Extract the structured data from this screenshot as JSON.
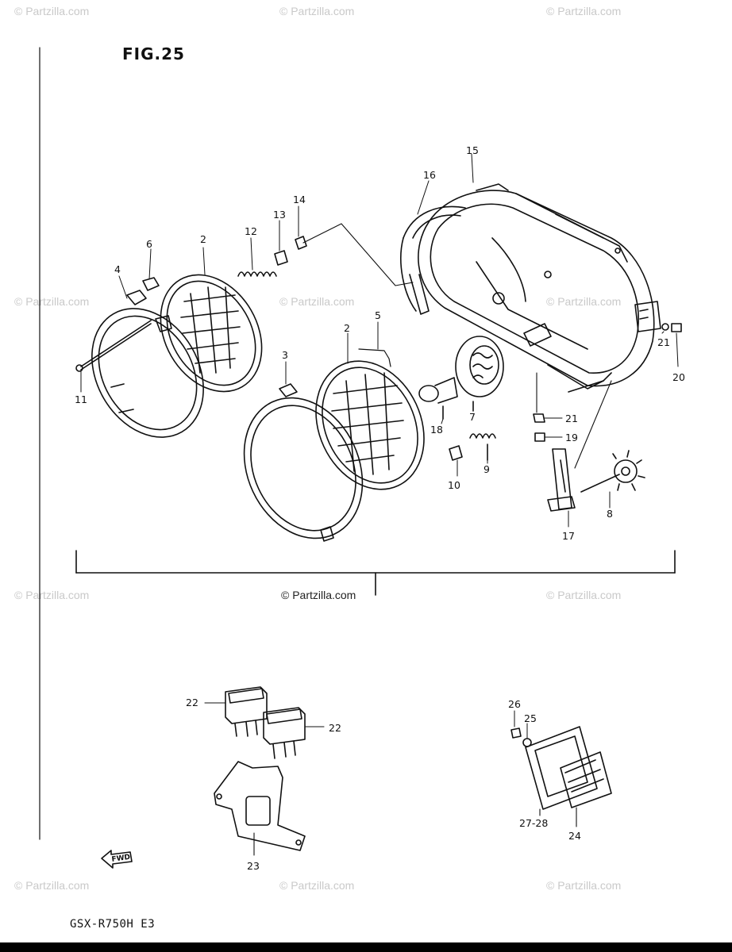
{
  "figure_title": "FIG.25",
  "model_code": "GSX-R750H E3",
  "watermark_text": "© Partzilla.com",
  "center_credit": "© Partzilla.com",
  "fwd_label": "FWD",
  "part_labels": {
    "p2a": "2",
    "p2b": "2",
    "p3": "3",
    "p4": "4",
    "p5": "5",
    "p6": "6",
    "p7": "7",
    "p8": "8",
    "p9": "9",
    "p10": "10",
    "p11": "11",
    "p12": "12",
    "p13": "13",
    "p14": "14",
    "p15": "15",
    "p16": "16",
    "p17": "17",
    "p18": "18",
    "p19": "19",
    "p20": "20",
    "p21a": "21",
    "p21b": "21",
    "p22a": "22",
    "p22b": "22",
    "p23": "23",
    "p24": "24",
    "p25": "25",
    "p26": "26",
    "p27_28": "27-28"
  },
  "colors": {
    "ink": "#111111",
    "watermark": "#c9c9c9",
    "background": "#ffffff"
  }
}
